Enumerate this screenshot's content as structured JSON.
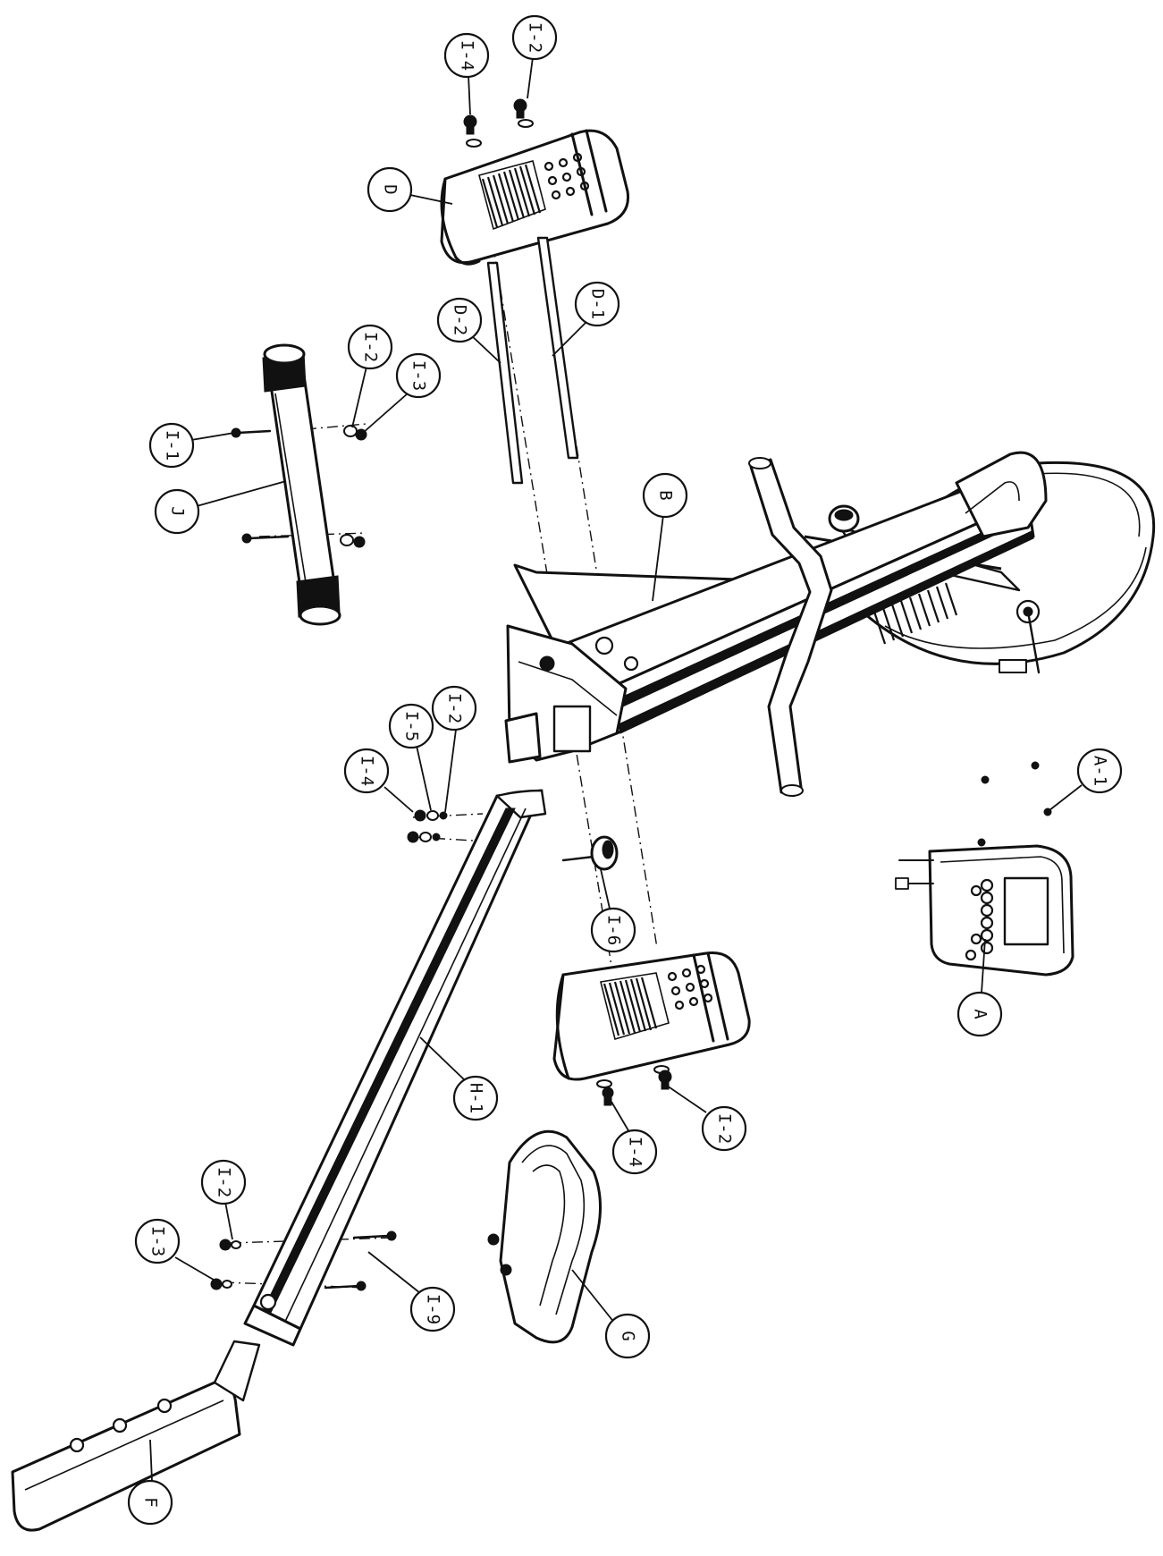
{
  "callouts": [
    {
      "id": "i4-top",
      "label": "I-4"
    },
    {
      "id": "i2-top",
      "label": "I-2"
    },
    {
      "id": "d",
      "label": "D"
    },
    {
      "id": "d2",
      "label": "D-2"
    },
    {
      "id": "d1",
      "label": "D-1"
    },
    {
      "id": "i2-j",
      "label": "I-2"
    },
    {
      "id": "i3-j",
      "label": "I-3"
    },
    {
      "id": "i1",
      "label": "I-1"
    },
    {
      "id": "j",
      "label": "J"
    },
    {
      "id": "b",
      "label": "B"
    },
    {
      "id": "i2-mid",
      "label": "I-2"
    },
    {
      "id": "i5",
      "label": "I-5"
    },
    {
      "id": "i4-mid",
      "label": "I-4"
    },
    {
      "id": "a1",
      "label": "A-1"
    },
    {
      "id": "i6",
      "label": "I-6"
    },
    {
      "id": "a",
      "label": "A"
    },
    {
      "id": "h1",
      "label": "H-1"
    },
    {
      "id": "i4-low",
      "label": "I-4"
    },
    {
      "id": "i2-low",
      "label": "I-2"
    },
    {
      "id": "i2-bot",
      "label": "I-2"
    },
    {
      "id": "i3-bot",
      "label": "I-3"
    },
    {
      "id": "i9",
      "label": "I-9"
    },
    {
      "id": "g",
      "label": "G"
    },
    {
      "id": "f",
      "label": "F"
    }
  ]
}
